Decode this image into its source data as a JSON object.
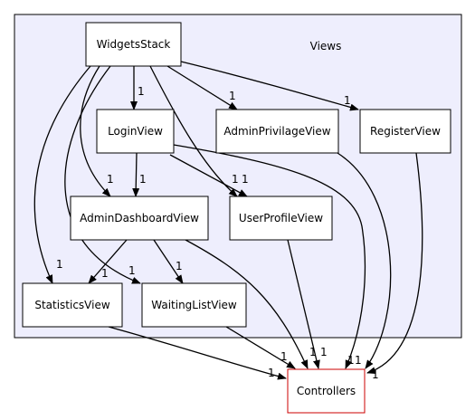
{
  "cluster": {
    "label": "Views"
  },
  "nodes": {
    "widgets_stack": "WidgetsStack",
    "login_view": "LoginView",
    "admin_privilage_view": "AdminPrivilageView",
    "register_view": "RegisterView",
    "admin_dashboard_view": "AdminDashboardView",
    "user_profile_view": "UserProfileView",
    "statistics_view": "StatisticsView",
    "waiting_list_view": "WaitingListView",
    "controllers": "Controllers"
  },
  "edges": [
    {
      "from": "WidgetsStack",
      "to": "LoginView",
      "label": "1"
    },
    {
      "from": "WidgetsStack",
      "to": "AdminPrivilageView",
      "label": "1"
    },
    {
      "from": "WidgetsStack",
      "to": "RegisterView",
      "label": "1"
    },
    {
      "from": "WidgetsStack",
      "to": "AdminDashboardView",
      "label": "1"
    },
    {
      "from": "WidgetsStack",
      "to": "UserProfileView",
      "label": "1"
    },
    {
      "from": "WidgetsStack",
      "to": "StatisticsView",
      "label": "1"
    },
    {
      "from": "WidgetsStack",
      "to": "WaitingListView",
      "label": "1"
    },
    {
      "from": "LoginView",
      "to": "AdminDashboardView",
      "label": "1"
    },
    {
      "from": "LoginView",
      "to": "UserProfileView",
      "label": "1"
    },
    {
      "from": "LoginView",
      "to": "Controllers",
      "label": "1"
    },
    {
      "from": "AdminPrivilageView",
      "to": "Controllers",
      "label": "1"
    },
    {
      "from": "RegisterView",
      "to": "Controllers",
      "label": "1"
    },
    {
      "from": "AdminDashboardView",
      "to": "StatisticsView",
      "label": "1"
    },
    {
      "from": "AdminDashboardView",
      "to": "WaitingListView",
      "label": "1"
    },
    {
      "from": "AdminDashboardView",
      "to": "Controllers",
      "label": "1"
    },
    {
      "from": "UserProfileView",
      "to": "Controllers",
      "label": "1"
    },
    {
      "from": "StatisticsView",
      "to": "Controllers",
      "label": "1"
    },
    {
      "from": "WaitingListView",
      "to": "Controllers",
      "label": "1"
    }
  ],
  "colors": {
    "cluster_fill": "#eeeefd",
    "node_border": "#000000",
    "external_node_border": "#cc0000"
  }
}
